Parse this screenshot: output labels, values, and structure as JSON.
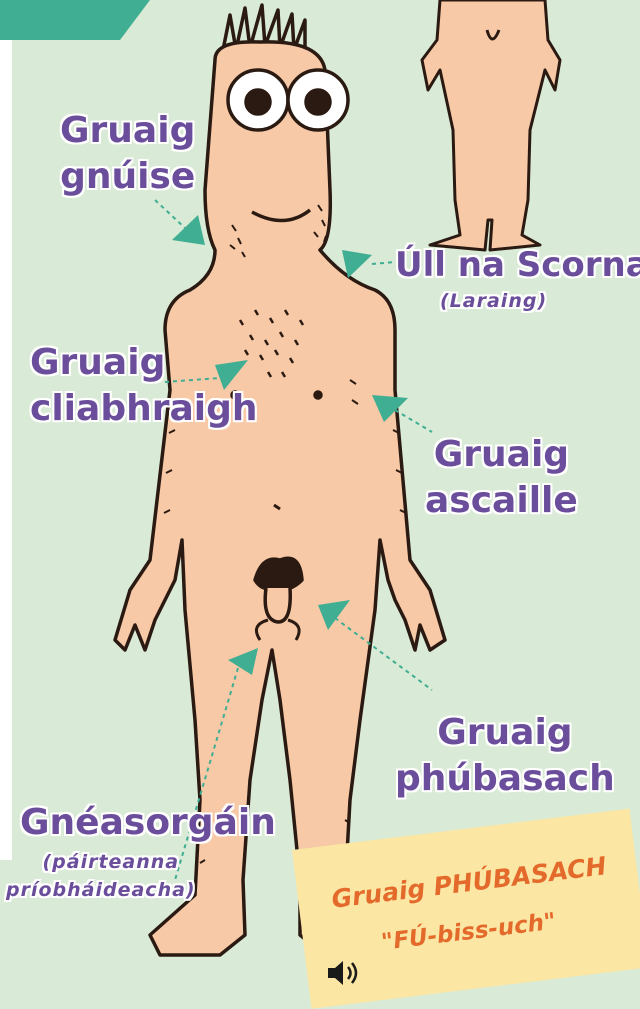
{
  "labels": {
    "facial_hair": [
      "Gruaig",
      "gnúise"
    ],
    "adams_apple": "Úll na Scornaí",
    "adams_apple_sub": "(Laraing)",
    "chest_hair": [
      "Gruaig",
      "cliabhraigh"
    ],
    "underarm_hair": [
      "Gruaig",
      "ascaille"
    ],
    "pubic_hair": [
      "Gruaig",
      "phúbasach"
    ],
    "genitals": "Gnéasorgáin",
    "genitals_sub": [
      "(páirteanna",
      "príobháideacha)"
    ]
  },
  "pronunciation": {
    "term": "Gruaig PHÚBASACH",
    "phonetic": "\"FÚ-biss-uch\"",
    "audio_icon": "speaker-icon"
  },
  "colors": {
    "label_purple": "#6b4e9b",
    "arrow_teal": "#3fae92",
    "background": "#d9ead6",
    "skin": "#f7c9a7",
    "note_yellow": "#fbe6a4",
    "note_text": "#e46a2c"
  }
}
